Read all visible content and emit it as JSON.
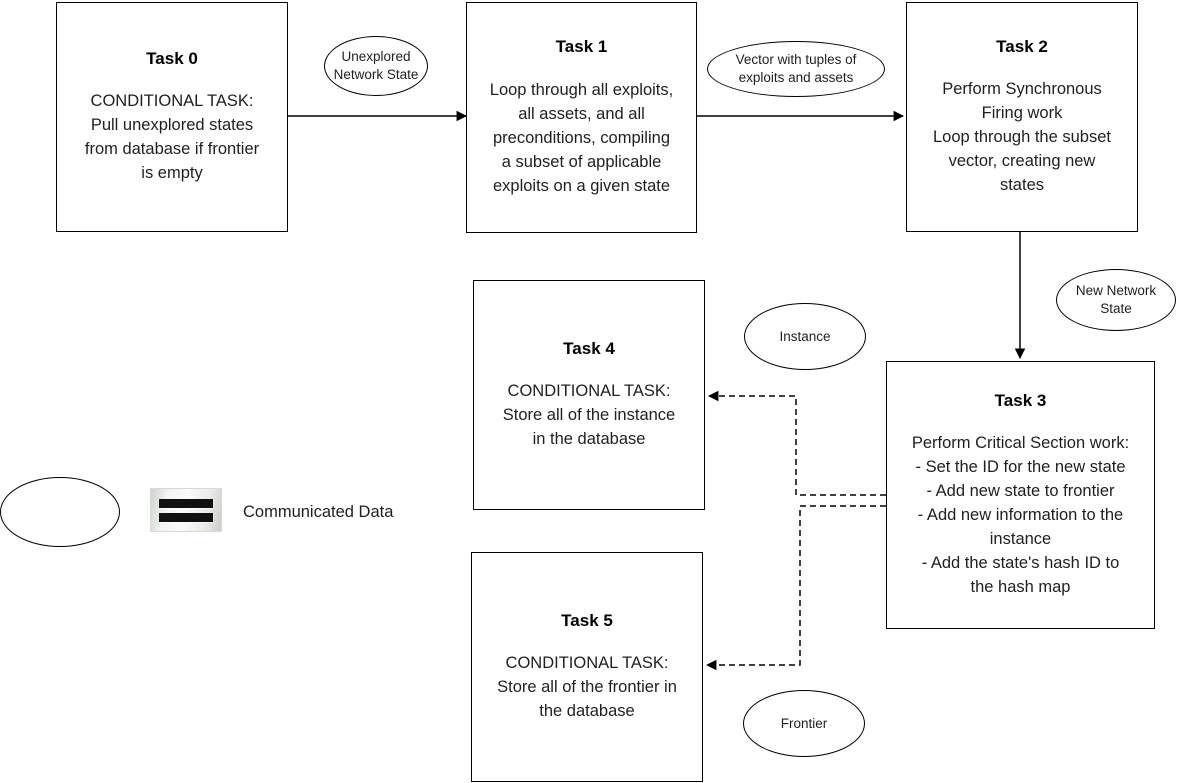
{
  "diagram": {
    "title": "Task pipeline flowchart",
    "stroke_color": "#000000",
    "text_color": "#1f1f1f",
    "background": "#ffffff"
  },
  "tasks": [
    {
      "id": "task-0",
      "title": "Task 0",
      "body": "CONDITIONAL TASK:\nPull unexplored states\nfrom database if frontier\nis empty"
    },
    {
      "id": "task-1",
      "title": "Task 1",
      "body": "Loop through all exploits,\nall assets, and all\npreconditions, compiling\na subset of applicable\nexploits on a given state"
    },
    {
      "id": "task-2",
      "title": "Task 2",
      "body": "Perform Synchronous\nFiring work\nLoop through the subset\nvector, creating new\nstates"
    },
    {
      "id": "task-3",
      "title": "Task 3",
      "body": "Perform Critical Section work:\n- Set the ID for the new state\n- Add new state to frontier\n- Add new information to the\ninstance\n- Add the state's hash ID to\nthe hash map"
    },
    {
      "id": "task-4",
      "title": "Task 4",
      "body": "CONDITIONAL TASK:\nStore all of the instance\nin the database"
    },
    {
      "id": "task-5",
      "title": "Task 5",
      "body": "CONDITIONAL TASK:\nStore all of the frontier in\nthe database"
    }
  ],
  "data_labels": [
    {
      "id": "unexplored-network-state",
      "text": "Unexplored\nNetwork State"
    },
    {
      "id": "vector-with-tuples",
      "text": "Vector with tuples of\nexploits and assets"
    },
    {
      "id": "new-network-state",
      "text": "New Network\nState"
    },
    {
      "id": "instance",
      "text": "Instance"
    },
    {
      "id": "frontier",
      "text": "Frontier"
    }
  ],
  "legend": {
    "label": "Communicated Data",
    "ellipse_icon": "ellipse-shape-icon",
    "equals_icon": "equals-icon"
  },
  "connections": [
    {
      "id": "task0-to-task1",
      "from": "task-0",
      "to": "task-1",
      "style": "solid"
    },
    {
      "id": "task1-to-task2",
      "from": "task-1",
      "to": "task-2",
      "style": "solid"
    },
    {
      "id": "task2-to-task3",
      "from": "task-2",
      "to": "task-3",
      "style": "solid"
    },
    {
      "id": "task3-to-task4",
      "from": "task-3",
      "to": "task-4",
      "style": "dashed"
    },
    {
      "id": "task3-to-task5",
      "from": "task-3",
      "to": "task-5",
      "style": "dashed"
    }
  ]
}
